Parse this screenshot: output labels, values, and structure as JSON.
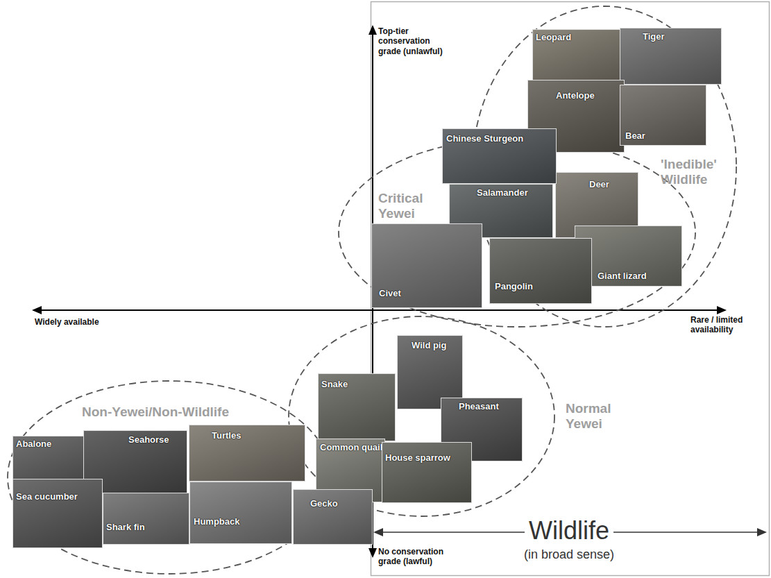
{
  "diagram": {
    "nodes": [
      {
        "text": [
          "'Inedible' Wildlife"
        ]
      },
      {
        "text": [
          "Leopard"
        ],
        "in": 0
      },
      {
        "text": [
          "Tiger"
        ],
        "in": 0
      },
      {
        "text": [
          "Antelope"
        ],
        "in": 0
      },
      {
        "text": [
          "Bear"
        ],
        "in": 0
      },
      {
        "text": [
          "Critical Yewei"
        ]
      },
      {
        "text": [
          "Chinese Sturgeon"
        ],
        "in": 5
      },
      {
        "text": [
          "Deer"
        ],
        "in": 0
      },
      {
        "text": [
          "Salamander"
        ],
        "in": 5
      },
      {
        "text": [
          "Civet"
        ],
        "in": 5
      },
      {
        "text": [
          "Pangolin"
        ],
        "in": 5
      },
      {
        "text": [
          "Giant lizard"
        ],
        "in": 0
      },
      {
        "text": [
          "Normal Yewei"
        ]
      },
      {
        "text": [
          "Snake"
        ],
        "in": 12
      },
      {
        "text": [
          "Wild pig"
        ],
        "in": 12
      },
      {
        "text": [
          "Pheasant"
        ],
        "in": 12
      },
      {
        "text": [
          "Common quail"
        ],
        "in": 12
      },
      {
        "text": [
          "House sparrow"
        ],
        "in": 12
      },
      {
        "text": [
          "Gecko"
        ],
        "in": 12
      },
      {
        "text": [
          "Non-Yewei/Non-Wildlife"
        ]
      },
      {
        "text": [
          "Abalone"
        ],
        "in": 19
      },
      {
        "text": [
          "Seahorse"
        ],
        "in": 19
      },
      {
        "text": [
          "Turtles"
        ],
        "in": 19
      },
      {
        "text": [
          "Sea cucumber"
        ],
        "in": 19
      },
      {
        "text": [
          "Shark fin"
        ],
        "in": 19
      },
      {
        "text": [
          "Humpback"
        ],
        "in": 19
      }
    ],
    "labels": [
      "Top-tier conservation grade (unlawful)",
      "Widely available",
      "Rare / limited availability",
      "No conservation grade (lawful)",
      "Wildlife",
      "(in broad sense)"
    ]
  }
}
